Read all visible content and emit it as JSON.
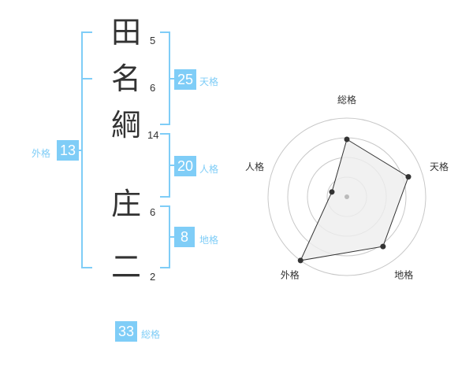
{
  "name": {
    "chars": [
      {
        "char": "田",
        "strokes": "5"
      },
      {
        "char": "名",
        "strokes": "6"
      },
      {
        "char": "綱",
        "strokes": "14"
      },
      {
        "char": "庄",
        "strokes": "6"
      },
      {
        "char": "二",
        "strokes": "2"
      }
    ]
  },
  "fortune": {
    "tenkaku": {
      "value": "25",
      "label": "天格"
    },
    "jinkaku": {
      "value": "20",
      "label": "人格"
    },
    "chikaku": {
      "value": "8",
      "label": "地格"
    },
    "gaikaku": {
      "value": "13",
      "label": "外格"
    },
    "soukaku": {
      "value": "33",
      "label": "総格"
    }
  },
  "colors": {
    "accent": "#7fcdf7",
    "text": "#333333",
    "grid": "#c8c8c8",
    "fill": "#eeeeee"
  },
  "chart_data": {
    "type": "radar",
    "axes": [
      "総格",
      "天格",
      "地格",
      "外格",
      "人格"
    ],
    "values": [
      0.73,
      0.82,
      0.78,
      1.0,
      0.2
    ],
    "range": [
      0,
      1
    ],
    "rings": 4
  }
}
